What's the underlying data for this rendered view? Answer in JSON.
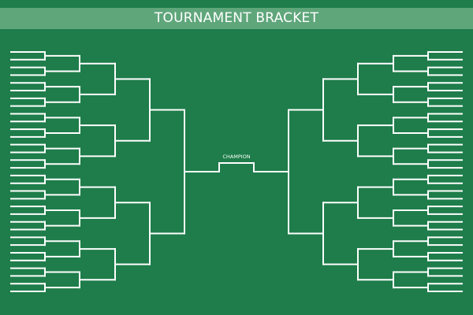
{
  "header": {
    "title": "TOURNAMENT BRACKET"
  },
  "bracket": {
    "champion_label": "CHAMPION",
    "first_round_slots_per_side": 32,
    "rounds_per_side": 5
  },
  "colors": {
    "background": "#1e7d4a",
    "title_bar": "#5fa67b",
    "lines": "#ffffff"
  }
}
